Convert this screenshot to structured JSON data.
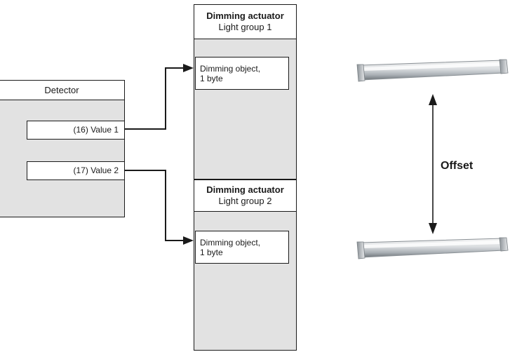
{
  "detector": {
    "title": "Detector",
    "value1": "(16) Value 1",
    "value2": "(17) Value 2"
  },
  "actuator1": {
    "title": "Dimming actuator",
    "subtitle": "Light group 1",
    "object_line1": "Dimming object,",
    "object_line2": "1 byte"
  },
  "actuator2": {
    "title": "Dimming actuator",
    "subtitle": "Light group 2",
    "object_line1": "Dimming object,",
    "object_line2": "1 byte"
  },
  "offset_label": "Offset",
  "colors": {
    "box_fill": "#e2e2e2",
    "line": "#1a1a1a"
  }
}
